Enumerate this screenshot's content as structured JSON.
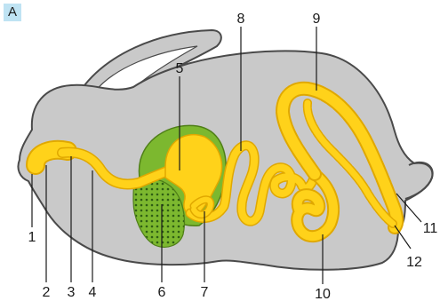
{
  "panel_label": "A",
  "callouts": [
    "1",
    "2",
    "3",
    "4",
    "5",
    "6",
    "7",
    "8",
    "9",
    "10",
    "11",
    "12"
  ],
  "colors": {
    "body": "#c9c9c9",
    "outline": "#4a4a4a",
    "gut": "#ffd21a",
    "gut_edge": "#e0a800",
    "liver": "#7cb82f",
    "dots": "#2f5e14"
  }
}
